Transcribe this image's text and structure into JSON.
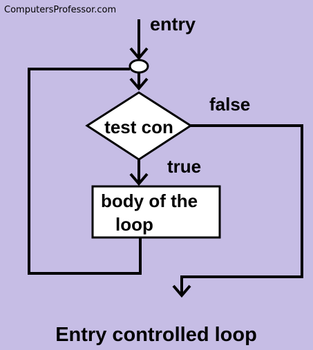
{
  "watermark": "ComputersProfessor.com",
  "labels": {
    "entry": "entry",
    "false": "false",
    "true": "true"
  },
  "nodes": {
    "decision": "test con",
    "body_line1": "body of the",
    "body_line2": "loop"
  },
  "caption": "Entry controlled loop",
  "colors": {
    "background": "#c6bde5",
    "stroke": "#000000",
    "node_fill": "#ffffff"
  }
}
